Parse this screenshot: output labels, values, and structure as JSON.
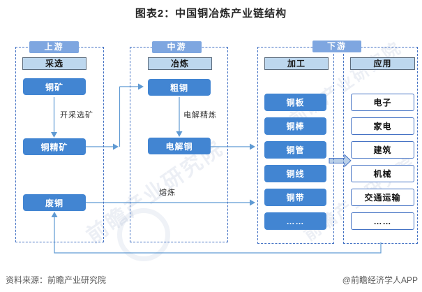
{
  "title": "图表2：中国铜冶炼产业链结构",
  "watermark": {
    "text": "前瞻产业研究院"
  },
  "sections": {
    "upstream": {
      "tab": "上游",
      "stage": "采选",
      "nodes": [
        "铜矿",
        "铜精矿",
        "废铜"
      ]
    },
    "midstream": {
      "tab": "中游",
      "stage": "冶炼",
      "nodes": [
        "粗铜",
        "电解铜"
      ]
    },
    "downstream": {
      "tab": "下游",
      "processing": {
        "stage": "加工",
        "nodes": [
          "铜板",
          "铜棒",
          "铜管",
          "铜线",
          "铜带",
          "……"
        ]
      },
      "application": {
        "stage": "应用",
        "nodes": [
          "电子",
          "家电",
          "建筑",
          "机械",
          "交通运输",
          "……"
        ]
      }
    }
  },
  "edge_labels": {
    "mining": "开采选矿",
    "refining": "电解精炼",
    "melting": "熔炼"
  },
  "footer": {
    "source": "资料来源：前瞻产业研究院",
    "credit": "@前瞻经济学人APP"
  },
  "colors": {
    "node_blue": "#4285d2",
    "tab_blue": "#7ea6e0",
    "stage_light_blue": "#bdd7ee",
    "dashed_border": "#4472c4",
    "arrow": "#5f9ad3",
    "white_node_border": "#4472c4"
  }
}
